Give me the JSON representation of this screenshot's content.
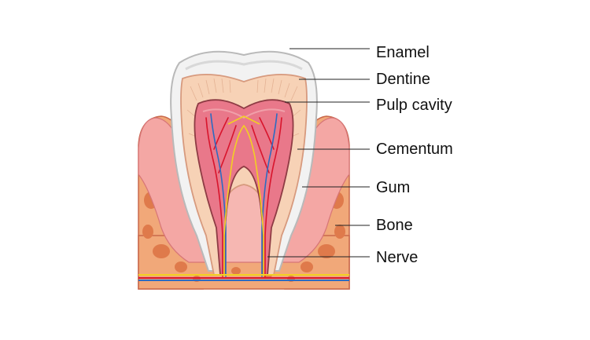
{
  "labels": {
    "enamel": "Enamel",
    "dentine": "Dentine",
    "pulp_cavity": "Pulp cavity",
    "cementum": "Cementum",
    "gum": "Gum",
    "bone": "Bone",
    "nerve": "Nerve"
  },
  "colors": {
    "enamel": "#f2f2f2",
    "enamel_edge": "#b9b9b9",
    "dentine": "#f7d2b6",
    "dentine_edge": "#d79a7e",
    "pulp": "#e9788a",
    "pulp_edge": "#8e3b44",
    "gum": "#f4a7a4",
    "bone": "#f1a879",
    "bone_spots": "#df7a4b",
    "artery": "#d8152d",
    "vein": "#2c6bc2",
    "nerve": "#f2d022"
  }
}
